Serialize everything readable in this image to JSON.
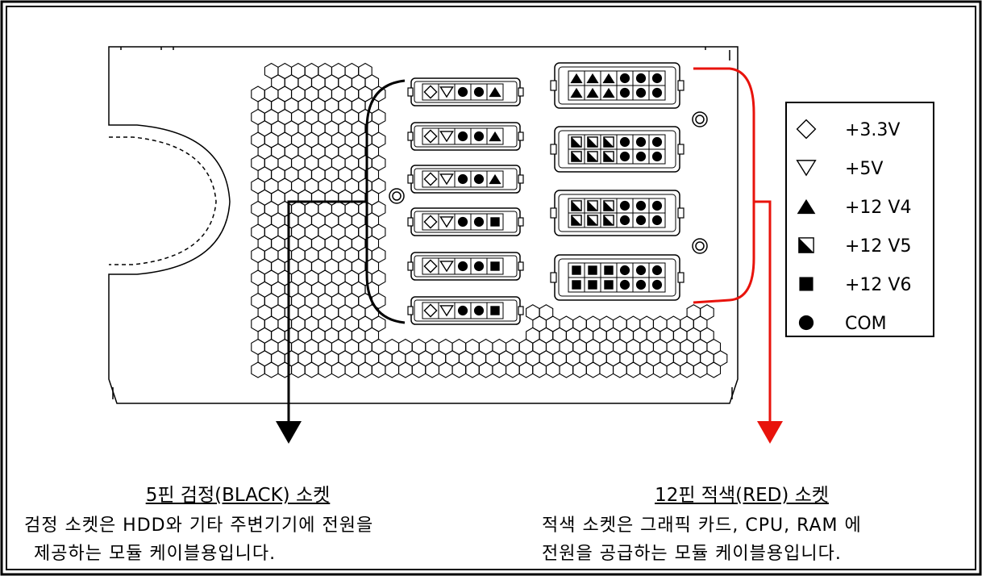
{
  "legend": {
    "items": [
      {
        "symbol": "diamond-outline-icon",
        "label": "+3.3V"
      },
      {
        "symbol": "triangle-down-outline-icon",
        "label": "+5V"
      },
      {
        "symbol": "triangle-up-filled-icon",
        "label": "+12 V4"
      },
      {
        "symbol": "half-square-icon",
        "label": "+12 V5"
      },
      {
        "symbol": "square-filled-icon",
        "label": "+12 V6"
      },
      {
        "symbol": "circle-filled-icon",
        "label": "COM"
      }
    ]
  },
  "connectors_5pin": [
    [
      "diamond",
      "tri-down",
      "circle",
      "circle",
      "tri-up"
    ],
    [
      "diamond",
      "tri-down",
      "circle",
      "circle",
      "tri-up"
    ],
    [
      "diamond",
      "tri-down",
      "circle",
      "circle",
      "tri-up"
    ],
    [
      "diamond",
      "tri-down",
      "circle",
      "circle",
      "square"
    ],
    [
      "diamond",
      "tri-down",
      "circle",
      "circle",
      "square"
    ],
    [
      "diamond",
      "tri-down",
      "circle",
      "circle",
      "square"
    ]
  ],
  "connectors_12pin": [
    [
      "tri-up",
      "tri-up",
      "tri-up",
      "circle",
      "circle",
      "circle"
    ],
    [
      "half",
      "half",
      "half",
      "circle",
      "circle",
      "circle"
    ],
    [
      "half",
      "half",
      "half",
      "circle",
      "circle",
      "circle"
    ],
    [
      "square",
      "square",
      "square",
      "circle",
      "circle",
      "circle"
    ]
  ],
  "colors": {
    "black_group": "#000000",
    "red_group": "#e8130c"
  },
  "captions": {
    "black": {
      "title": "5핀 검정(BLACK) 소켓",
      "line1": "검정 소켓은 HDD와 기타 주변기기에 전원을",
      "line2": "제공하는 모듈 케이블용입니다."
    },
    "red": {
      "title": "12핀 적색(RED) 소켓",
      "line1": "적색 소켓은 그래픽 카드, CPU, RAM 에",
      "line2": "전원을 공급하는 모듈 케이블용입니다."
    }
  }
}
